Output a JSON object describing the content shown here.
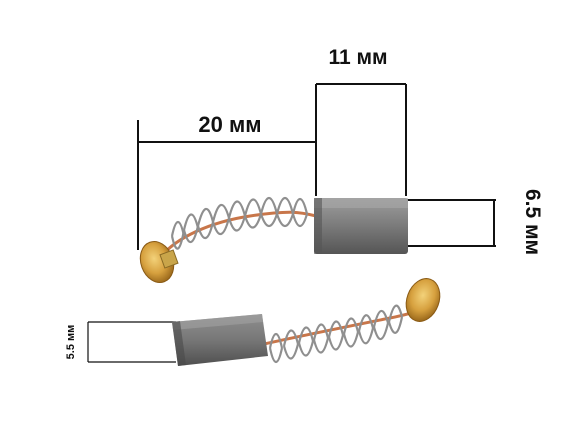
{
  "dimensions": {
    "width_label": "11 мм",
    "length_label": "20 мм",
    "height_label": "6.5 мм",
    "small_label": "5.5 мм"
  },
  "colors": {
    "graphite": "#8a8a8a",
    "graphite_dark": "#5e5e5e",
    "spring": "#9a9a9a",
    "copper": "#c8764a",
    "terminal": "#d9a441",
    "line": "#111111"
  }
}
